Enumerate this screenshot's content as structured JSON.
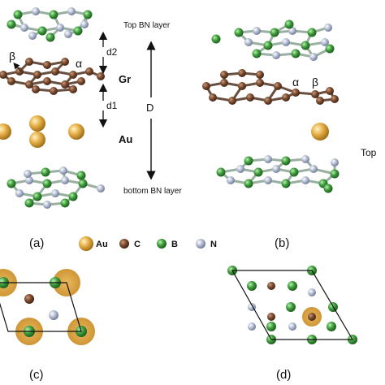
{
  "panels": {
    "a": "(a)",
    "b": "(b)",
    "c": "(c)",
    "d": "(d)"
  },
  "labels": {
    "top_bn": "Top BN layer",
    "bottom_bn": "bottom BN layer",
    "d2": "d2",
    "d1": "d1",
    "D": "D",
    "gr": "Gr",
    "au": "Au",
    "alpha": "α",
    "beta": "β",
    "top_b": "Top",
    "alpha_b": "α",
    "beta_b": "β"
  },
  "legend": [
    {
      "symbol": "Au",
      "color": "#d9a035"
    },
    {
      "symbol": "C",
      "color": "#7a4a2e"
    },
    {
      "symbol": "B",
      "color": "#3c9a3a"
    },
    {
      "symbol": "N",
      "color": "#a9b4cc"
    }
  ],
  "colors": {
    "au": "#d9a035",
    "c": "#7a4a2e",
    "b": "#3c9a3a",
    "n": "#a9b4cc"
  }
}
